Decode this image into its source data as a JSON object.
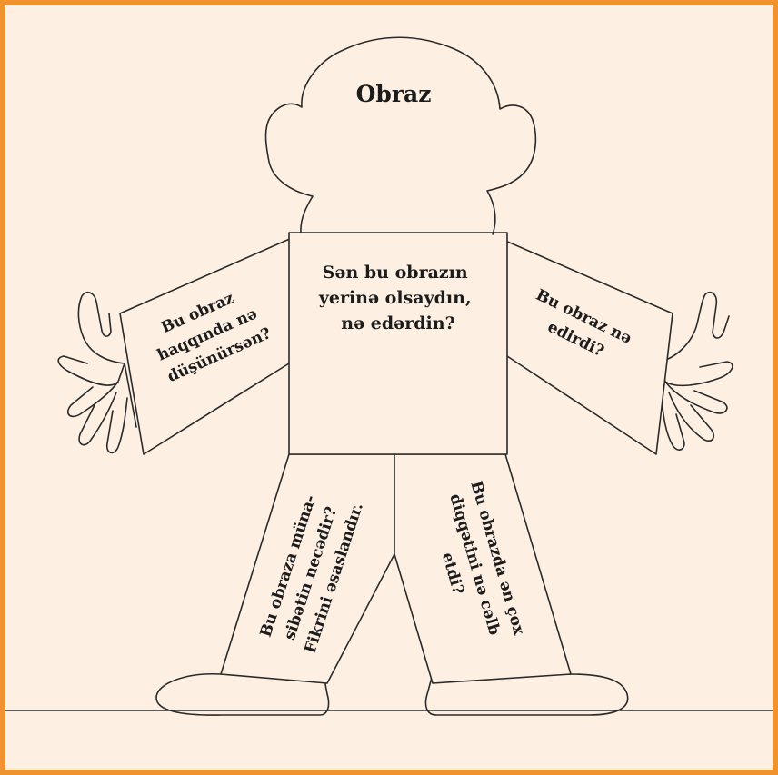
{
  "colors": {
    "background": "#fdf0e3",
    "frame": "#f0922e",
    "ink": "#2a2a2a"
  },
  "head": {
    "title": "Obraz"
  },
  "torso": {
    "lines": [
      "Sən bu obrazın",
      "yerinə olsaydın,",
      "nə edərdin?"
    ]
  },
  "left_arm": {
    "lines": [
      "Bu obraz",
      "haqqında nə",
      "düşünürsən?"
    ]
  },
  "right_arm": {
    "lines": [
      "Bu obraz nə",
      "edirdi?"
    ]
  },
  "left_leg": {
    "lines": [
      "Bu obraza müna-",
      "sibətin necədir?",
      "Fikrini əsaslandır."
    ]
  },
  "right_leg": {
    "lines": [
      "Bu obrazda ən çox",
      "diqqətini nə cəlb",
      "etdi?"
    ]
  }
}
